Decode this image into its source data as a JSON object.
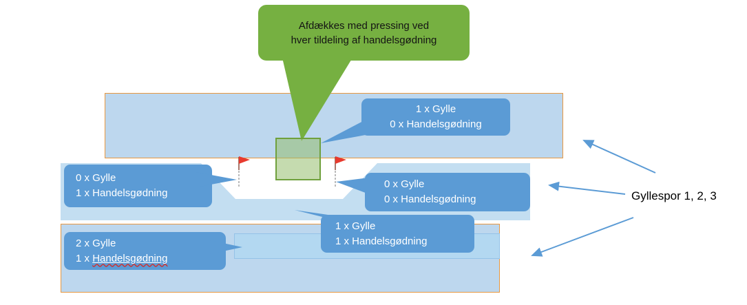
{
  "green_callout": {
    "lines": [
      "Afdækkes med pressing ved",
      "hver tildeling af handelsgødning"
    ]
  },
  "callouts": {
    "top_right": {
      "line1": "1 x Gylle",
      "line2": "0 x Handelsgødning"
    },
    "left": {
      "line1": "0 x Gylle",
      "line2": "1 x Handelsgødning"
    },
    "center_right": {
      "line1": "0 x Gylle",
      "line2": "0 x Handelsgødning"
    },
    "center_bottom": {
      "line1": "1 x Gylle",
      "line2": "1 x Handelsgødning"
    },
    "bottom_left": {
      "line1": "2 x Gylle",
      "line2_prefix": "1 x ",
      "line2_word": "Handelsgødning"
    }
  },
  "label": {
    "text": "Gyllespor 1, 2, 3"
  },
  "icons": {
    "flag_icon": "⚑",
    "arrow_icon": "→"
  },
  "colors": {
    "strip_fill": "#BDD7EE",
    "strip_middle_fill": "#C3DEF1",
    "strip_border_orange": "#E8973F",
    "callout_blue": "#5B9BD5",
    "callout_text": "#FFFFFF",
    "green_bubble": "#76B041",
    "green_square_border": "#6FA03C",
    "arrow_blue": "#5B9BD5",
    "flag_red": "#E83A2E",
    "label_text": "#000000"
  }
}
